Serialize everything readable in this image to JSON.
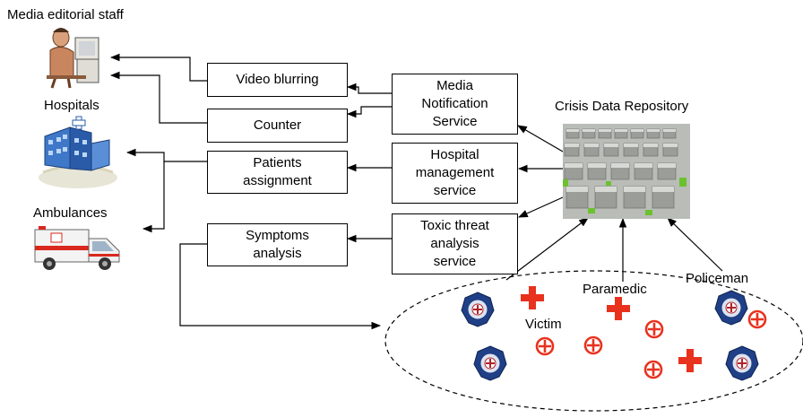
{
  "actors": {
    "media_staff": "Media editorial staff",
    "hospitals": "Hospitals",
    "ambulances": "Ambulances"
  },
  "services": {
    "video_blurring": "Video blurring",
    "counter": "Counter",
    "patients_assignment": [
      "Patients",
      "assignment"
    ],
    "symptoms_analysis": [
      "Symptoms",
      "analysis"
    ],
    "media_notification": [
      "Media",
      "Notification",
      "Service"
    ],
    "hospital_management": [
      "Hospital",
      "management",
      "service"
    ],
    "toxic_threat": [
      "Toxic threat",
      "analysis",
      "service"
    ]
  },
  "repository": {
    "label": "Crisis Data Repository"
  },
  "scene": {
    "paramedic": "Paramedic",
    "policeman": "Policeman",
    "victim": "Victim"
  },
  "colors": {
    "cross": "#e8321e",
    "victim": "#e8321e",
    "badge": "#1f3f86"
  }
}
